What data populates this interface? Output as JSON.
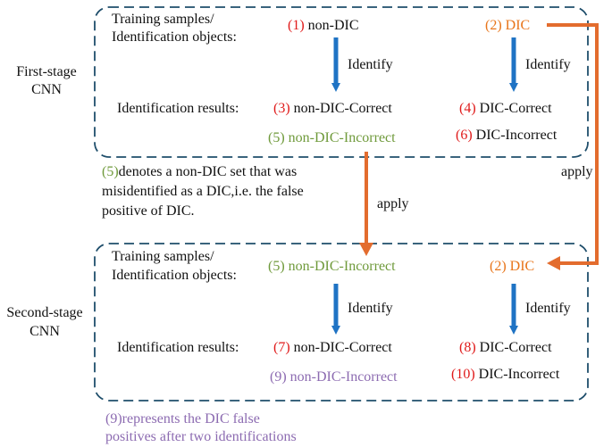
{
  "colors": {
    "black": "#111111",
    "red": "#e01b1b",
    "orange": "#e8751a",
    "green": "#6f9a3b",
    "purple": "#8c6bb1",
    "blue_arrow": "#1f73c4",
    "orange_arrow": "#e36c2e",
    "frame": "#1f4e6b"
  },
  "stage1": {
    "label_line1": "First-stage",
    "label_line2": "CNN",
    "samples_line1": "Training samples/",
    "samples_line2": "Identification objects:",
    "results_label": "Identification results:",
    "n1": "(1)",
    "t1": "non-DIC",
    "n2": "(2)",
    "t2": "DIC",
    "identify_left": "Identify",
    "identify_right": "Identify",
    "n3": "(3)",
    "t3": "non-DIC-Correct",
    "n4": "(4)",
    "t4": "DIC-Correct",
    "n5": "(5)",
    "t5": "non-DIC-Incorrect",
    "n6": "(6)",
    "t6": "DIC-Incorrect"
  },
  "middle": {
    "note_num": "(5)",
    "note_line1": "denotes a non-DIC set that was",
    "note_line2": "misidentified as a DIC,i.e. the false",
    "note_line3": "positive of DIC.",
    "apply_center": "apply",
    "apply_right": "apply"
  },
  "stage2": {
    "label_line1": "Second-stage",
    "label_line2": "CNN",
    "samples_line1": "Training samples/",
    "samples_line2": "Identification objects:",
    "results_label": "Identification results:",
    "n5": "(5)",
    "t5": "non-DIC-Incorrect",
    "n2": "(2)",
    "t2": "DIC",
    "identify_left": "Identify",
    "identify_right": "Identify",
    "n7": "(7)",
    "t7": "non-DIC-Correct",
    "n8": "(8)",
    "t8": "DIC-Correct",
    "n9": "(9)",
    "t9": "non-DIC-Incorrect",
    "n10": "(10)",
    "t10": "DIC-Incorrect"
  },
  "footer": {
    "note_line1": "(9)represents the DIC false",
    "note_line2": "positives after two identifications"
  }
}
